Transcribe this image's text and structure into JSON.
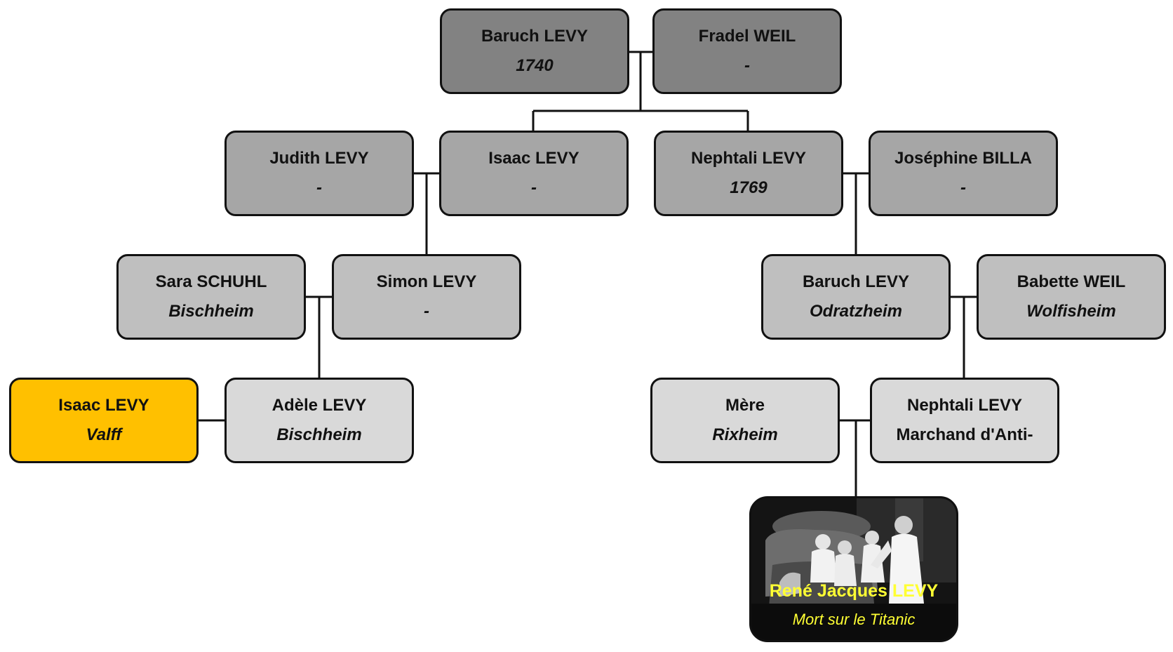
{
  "tree": {
    "gen1": {
      "baruch": {
        "name": "Baruch LEVY",
        "info": "1740"
      },
      "fradel": {
        "name": "Fradel WEIL",
        "info": "-"
      }
    },
    "gen2": {
      "judith": {
        "name": "Judith LEVY",
        "info": "-"
      },
      "isaac": {
        "name": "Isaac LEVY",
        "info": "-"
      },
      "nephtali": {
        "name": "Nephtali LEVY",
        "info": "1769"
      },
      "josephine": {
        "name": "Joséphine BILLA",
        "info": "-"
      }
    },
    "gen3": {
      "sara": {
        "name": "Sara SCHUHL",
        "info": "Bischheim"
      },
      "simon": {
        "name": "Simon LEVY",
        "info": "-"
      },
      "baruch": {
        "name": "Baruch LEVY",
        "info": "Odratzheim"
      },
      "babette": {
        "name": "Babette WEIL",
        "info": "Wolfisheim"
      }
    },
    "gen4": {
      "isaac": {
        "name": "Isaac LEVY",
        "info": "Valff"
      },
      "adele": {
        "name": "Adèle LEVY",
        "info": "Bischheim"
      },
      "mere": {
        "name": "Mère",
        "info": "Rixheim"
      },
      "nephtali": {
        "name": "Nephtali LEVY",
        "info": "Marchand d'Anti-"
      }
    },
    "gen5": {
      "rene": {
        "name": "René Jacques LEVY",
        "info": "Mort sur le Titanic"
      }
    }
  },
  "colors": {
    "gen1": "#828282",
    "gen2": "#a6a6a6",
    "gen3": "#bfbfbf",
    "gen4": "#d9d9d9",
    "highlight": "#ffc000",
    "photo_text": "#ffff33"
  }
}
